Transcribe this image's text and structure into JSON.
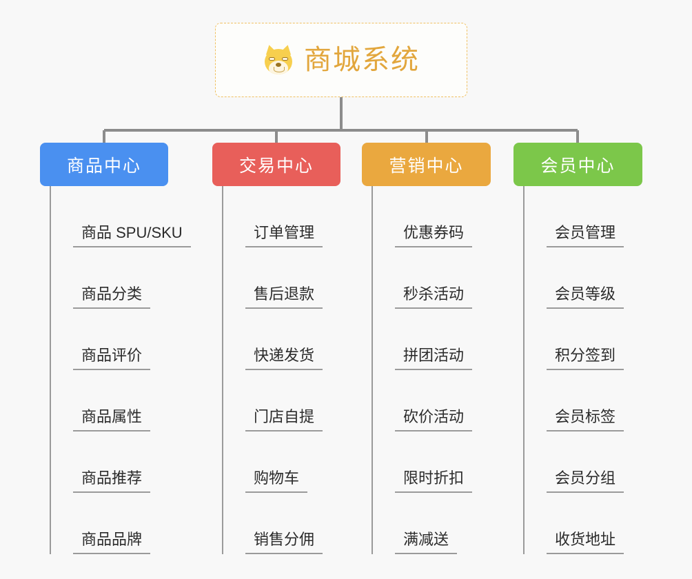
{
  "background_color": "#f8f8f8",
  "root": {
    "icon": "shiba-dog-face-icon",
    "title": "商城系统",
    "title_color": "#e2a63c",
    "border_color": "#f0c060",
    "border_style": "dashed"
  },
  "branches": [
    {
      "label": "商品中心",
      "color": "#4a90f0",
      "items": [
        "商品 SPU/SKU",
        "商品分类",
        "商品评价",
        "商品属性",
        "商品推荐",
        "商品品牌"
      ]
    },
    {
      "label": "交易中心",
      "color": "#e85f5a",
      "items": [
        "订单管理",
        "售后退款",
        "快递发货",
        "门店自提",
        "购物车",
        "销售分佣"
      ]
    },
    {
      "label": "营销中心",
      "color": "#eaa83f",
      "items": [
        "优惠券码",
        "秒杀活动",
        "拼团活动",
        "砍价活动",
        "限时折扣",
        "满减送"
      ]
    },
    {
      "label": "会员中心",
      "color": "#7cc74a",
      "items": [
        "会员管理",
        "会员等级",
        "积分签到",
        "会员标签",
        "会员分组",
        "收货地址"
      ]
    }
  ],
  "connector_color": "#8c8c8c"
}
